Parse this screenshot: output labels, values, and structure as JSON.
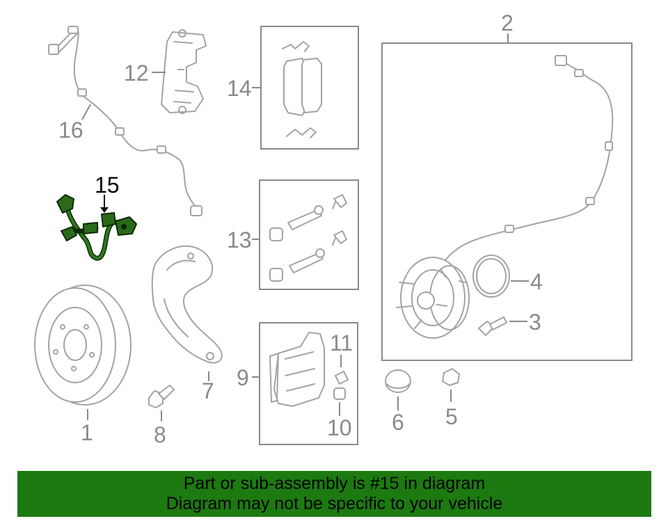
{
  "callouts": {
    "c1": "1",
    "c2": "2",
    "c3": "3",
    "c4": "4",
    "c5": "5",
    "c6": "6",
    "c7": "7",
    "c8": "8",
    "c9": "9",
    "c10": "10",
    "c11": "11",
    "c12": "12",
    "c13": "13",
    "c14": "14",
    "c15": "15",
    "c16": "16"
  },
  "highlighted_part": "15",
  "colors": {
    "banner_background": "#1c7a10",
    "highlight_fill": "#2a6a1a",
    "outline_gray": "#a3a3a3"
  },
  "banner": {
    "line1": "Part or sub-assembly is #15 in diagram",
    "line2": "Diagram may not be specific to your vehicle"
  }
}
